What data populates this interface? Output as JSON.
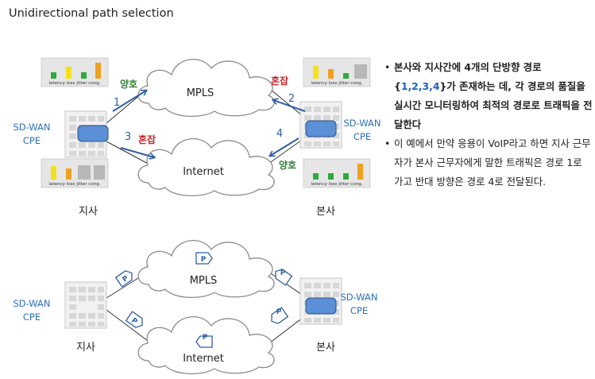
{
  "title": "Unidirectional path selection",
  "top": {
    "branch_label": "지사",
    "hq_label": "본사",
    "cpe_left": [
      "SD-WAN",
      "CPE"
    ],
    "cpe_right": [
      "SD-WAN",
      "CPE"
    ],
    "mpls_label": "MPLS",
    "internet_label": "Internet",
    "path_numbers": [
      "1",
      "2",
      "3",
      "4"
    ],
    "status_good": "양호",
    "status_congested": "혼잡",
    "metric_labels": "latency loss jitter cong."
  },
  "bottom": {
    "branch_label": "지사",
    "hq_label": "본사",
    "cpe_left": [
      "SD-WAN",
      "CPE"
    ],
    "cpe_right": [
      "SD-WAN",
      "CPE"
    ],
    "mpls_label": "MPLS",
    "internet_label": "Internet",
    "packet_label": "P"
  },
  "notes": {
    "bullet": "•",
    "b1_pre": "본사와 지사간에 4개의 단방향 경로 {",
    "b1_paths": "1,2,3,4",
    "b1_post": "}가 존재하는 데, 각 경로의 품질을 실시간 모니터링하여 최적의 경로로 트래픽을 전달한다",
    "b2": "이 예에서 만약 응용이 VoIP라고 하면 지사 근무자가 본사 근무자에게 말한 트래픽은 경로 1로 가고 반대 방향은 경로 4로 전달된다."
  },
  "colors": {
    "arrow": "#2e5ea8",
    "good": "#2e7d32",
    "congested": "#c62828",
    "cpe_text": "#2b70b8",
    "router": "#5b8fd6",
    "bar_green": "#2eaa3e",
    "bar_yellow": "#f2e01a",
    "bar_orange": "#f0a020",
    "bar_grey": "#b8b8b8"
  }
}
